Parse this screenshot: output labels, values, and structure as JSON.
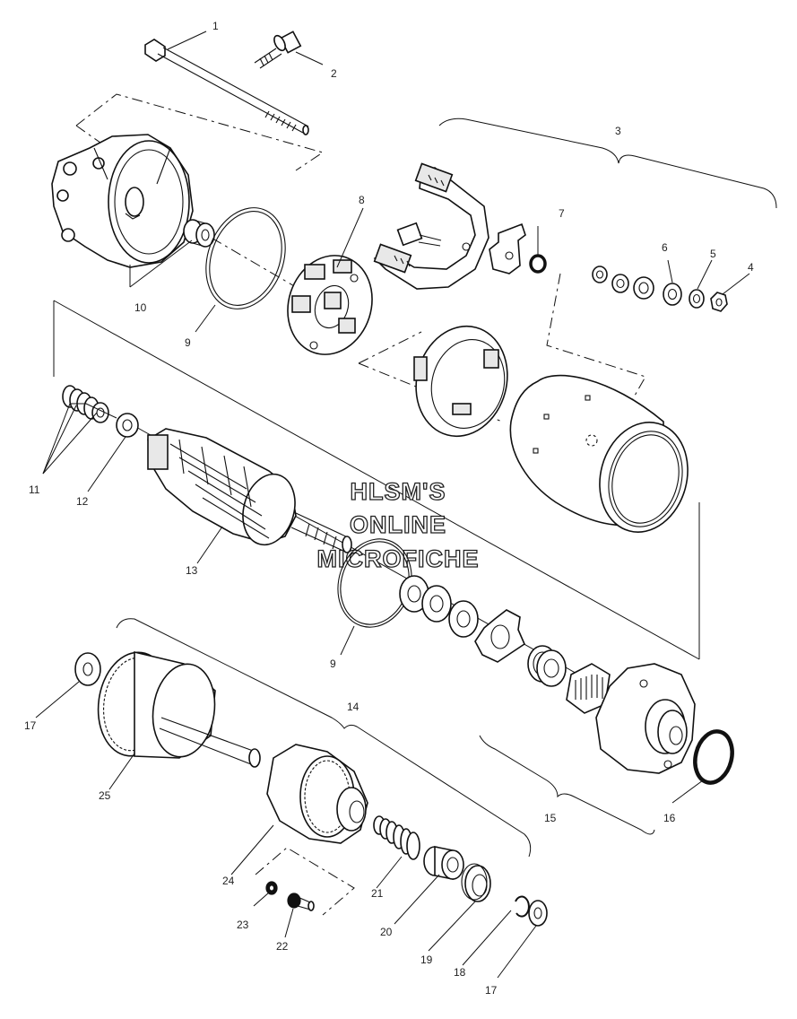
{
  "watermark": {
    "line1": "HLSM'S",
    "line2": "ONLINE",
    "line3": "MICROFICHE"
  },
  "callouts": {
    "c1": "1",
    "c2": "2",
    "c3": "3",
    "c4": "4",
    "c5": "5",
    "c6": "6",
    "c7": "7",
    "c8": "8",
    "c9a": "9",
    "c9b": "9",
    "c10": "10",
    "c11": "11",
    "c12": "12",
    "c13": "13",
    "c14": "14",
    "c15": "15",
    "c16": "16",
    "c17a": "17",
    "c17b": "17",
    "c18": "18",
    "c19": "19",
    "c20": "20",
    "c21": "21",
    "c22": "22",
    "c23": "23",
    "c24": "24",
    "c25": "25"
  }
}
